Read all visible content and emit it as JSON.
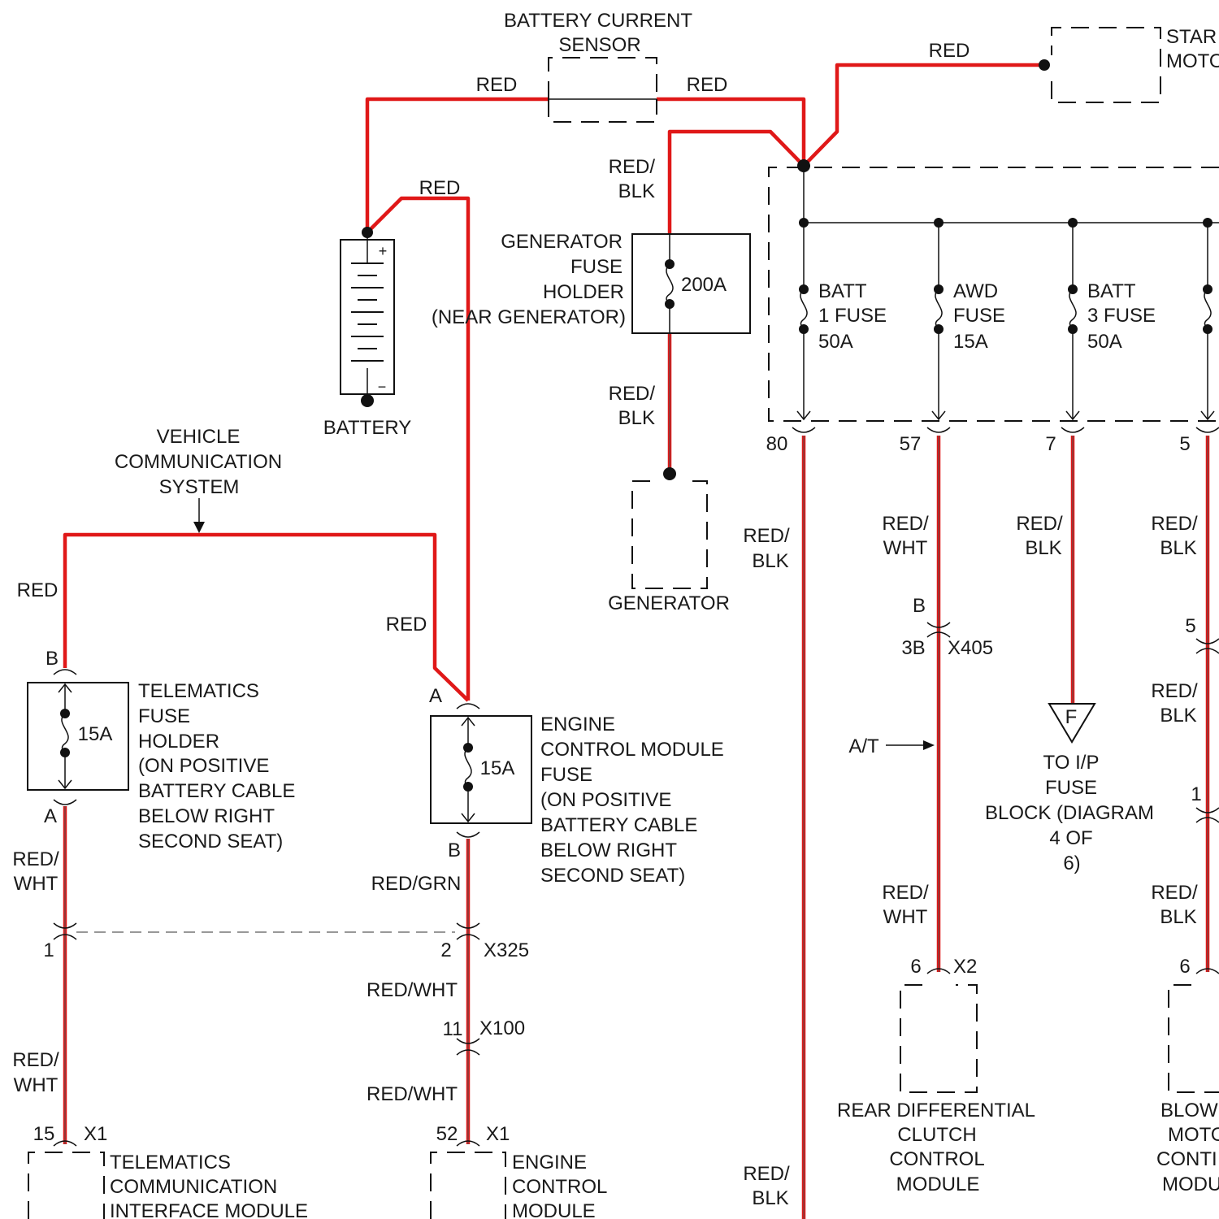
{
  "battery_current_sensor": {
    "line1": "BATTERY CURRENT",
    "line2": "SENSOR"
  },
  "starter_motor": {
    "line1": "STAR",
    "line2": "MOTO"
  },
  "battery": {
    "label": "BATTERY",
    "plus": "+",
    "minus": "−"
  },
  "generator": {
    "label": "GENERATOR"
  },
  "generator_fuse": {
    "lines": [
      "GENERATOR",
      "FUSE",
      "HOLDER",
      "(NEAR GENERATOR)"
    ],
    "rating": "200A"
  },
  "vehicle_comm": {
    "lines": [
      "VEHICLE",
      "COMMUNICATION",
      "SYSTEM"
    ]
  },
  "telematics_fuse": {
    "lines": [
      "TELEMATICS",
      "FUSE",
      "HOLDER",
      "(ON POSITIVE",
      "BATTERY CABLE",
      "BELOW RIGHT",
      "SECOND SEAT)"
    ],
    "rating": "15A",
    "pin_top": "B",
    "pin_bottom": "A"
  },
  "ecm_fuse": {
    "lines": [
      "ENGINE",
      "CONTROL MODULE",
      "FUSE",
      "(ON POSITIVE",
      "BATTERY CABLE",
      "BELOW RIGHT",
      "SECOND SEAT)"
    ],
    "rating": "15A",
    "pin_top": "A",
    "pin_bottom": "B"
  },
  "fuses": [
    {
      "line1": "BATT",
      "line2": "1 FUSE",
      "rating": "50A",
      "pin": "80"
    },
    {
      "line1": "AWD",
      "line2": "FUSE",
      "rating": "15A",
      "pin": "57"
    },
    {
      "line1": "BATT",
      "line2": "3 FUSE",
      "rating": "50A",
      "pin": "7"
    },
    {
      "pin": "5"
    }
  ],
  "wires": {
    "w1": "RED",
    "w2": "RED",
    "w3": "RED",
    "w4": "RED",
    "w5_l1": "RED/",
    "w5_l2": "BLK",
    "w6_l1": "RED/",
    "w6_l2": "BLK",
    "w7": "RED",
    "w8": "RED",
    "w9_l1": "RED/",
    "w9_l2": "WHT",
    "w10": "RED/GRN",
    "w11": "RED/WHT",
    "w12": "RED/WHT",
    "w13_l1": "RED/",
    "w13_l2": "WHT",
    "w14_l1": "RED/",
    "w14_l2": "BLK",
    "w15_l1": "RED/",
    "w15_l2": "BLK",
    "w16_l1": "RED/",
    "w16_l2": "WHT",
    "w17_l1": "RED/",
    "w17_l2": "WHT",
    "w18_l1": "RED/",
    "w18_l2": "BLK",
    "w19_l1": "RED/",
    "w19_l2": "BLK",
    "w20_l1": "RED/",
    "w20_l2": "BLK",
    "w21_l1": "RED/",
    "w21_l2": "BLK"
  },
  "connectors": {
    "x325": "X325",
    "x325_pin1": "1",
    "x325_pin2": "2",
    "x100": "X100",
    "x100_pin": "11",
    "x1_left": "X1",
    "x1_left_pin": "15",
    "x1_mid": "X1",
    "x1_mid_pin": "52",
    "x405": "X405",
    "x405_pin_top": "B",
    "x405_pin_bottom": "3B",
    "x2": "X2",
    "x2_pin": "6",
    "right_pin_5": "5",
    "right_pin_1": "1",
    "right_pin_6": "6"
  },
  "at_label": "A/T",
  "ip_fuse": {
    "letter": "F",
    "lines": [
      "TO I/P",
      "FUSE",
      "BLOCK (DIAGRAM",
      "4 OF",
      "6)"
    ]
  },
  "modules": {
    "telematics": [
      "TELEMATICS",
      "COMMUNICATION",
      "INTERFACE MODULE"
    ],
    "ecm": [
      "ENGINE",
      "CONTROL",
      "MODULE"
    ],
    "rear_diff": [
      "REAR DIFFERENTIAL",
      "CLUTCH",
      "CONTROL",
      "MODULE"
    ],
    "blower": [
      "BLOW",
      "MOTO",
      "CONTI",
      "MODU"
    ]
  }
}
